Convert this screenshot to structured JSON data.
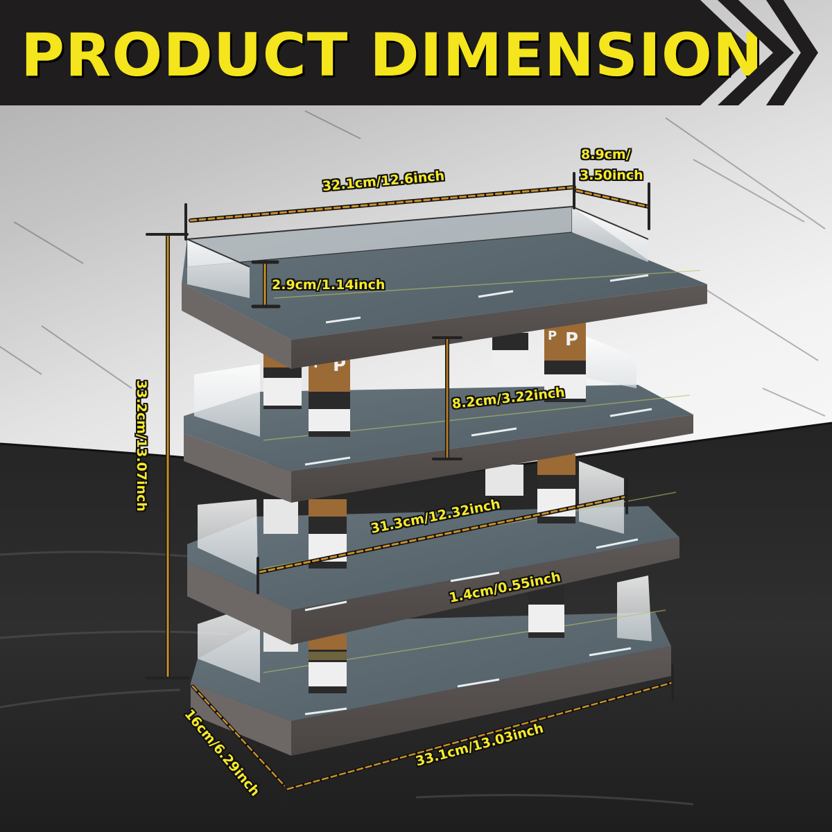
{
  "header": {
    "title": "PRODUCT DIMENSION",
    "title_color": "#f4e51c",
    "bar_color": "#1f1d1d",
    "chevron_count": 2
  },
  "product": {
    "description": "4-tier acrylic parking garage display shelf with P pillars",
    "tiers": 4,
    "pillar_marking": "P"
  },
  "dimensions": {
    "top_width": "32.1cm/12.6inch",
    "top_depth_line1": "8.9cm/",
    "top_depth_line2": "3.50inch",
    "guard_height": "2.9cm/1.14inch",
    "tier_spacing": "8.2cm/3.22inch",
    "total_height": "33.2cm/13.07inch",
    "inner_width": "31.3cm/12.32inch",
    "board_thickness": "1.4cm/0.55inch",
    "base_depth": "16cm/6.29inch",
    "base_width": "33.1cm/13.03inch"
  },
  "colors": {
    "label_text": "#f7ea2a",
    "measure_line": "#c8902a",
    "shelf_top": "#5a6770",
    "shelf_edge": "#55504e",
    "pillar_brown": "#9c6a35",
    "pillar_black": "#2b2a2a"
  }
}
